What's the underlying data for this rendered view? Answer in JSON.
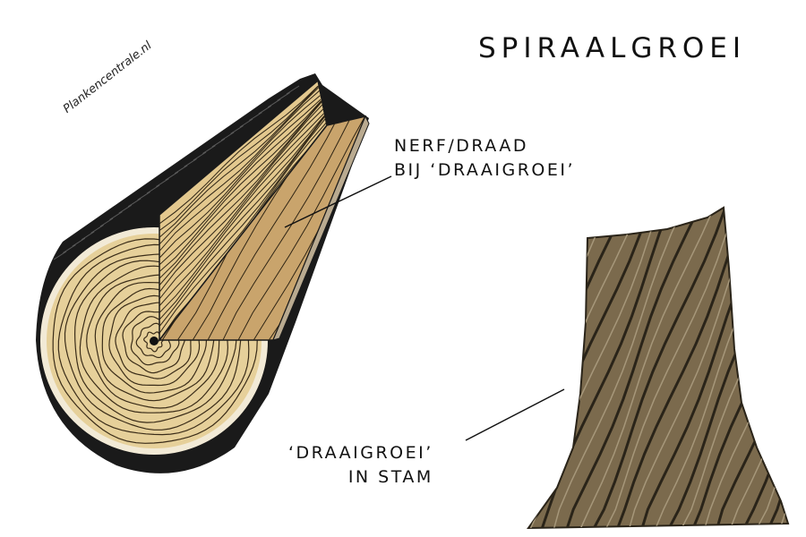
{
  "title": "SPIRAALGROEI",
  "watermark": "Plankencentrale.nl",
  "labels": {
    "grain_line1": "NERF/DRAAD",
    "grain_line2": "BIJ ‘DRAAIGROEI’",
    "trunk_line1": "‘DRAAIGROEI’",
    "trunk_line2": "IN STAM"
  },
  "colors": {
    "bark": "#1a1a1a",
    "wood_light": "#e6d09a",
    "wood_mid": "#d1ae73",
    "wood_dark": "#b48a55",
    "sapwood": "#f2ead6",
    "trunk_bark": "#7b6a4d",
    "trunk_dark": "#2a2419",
    "ink": "#111111"
  }
}
